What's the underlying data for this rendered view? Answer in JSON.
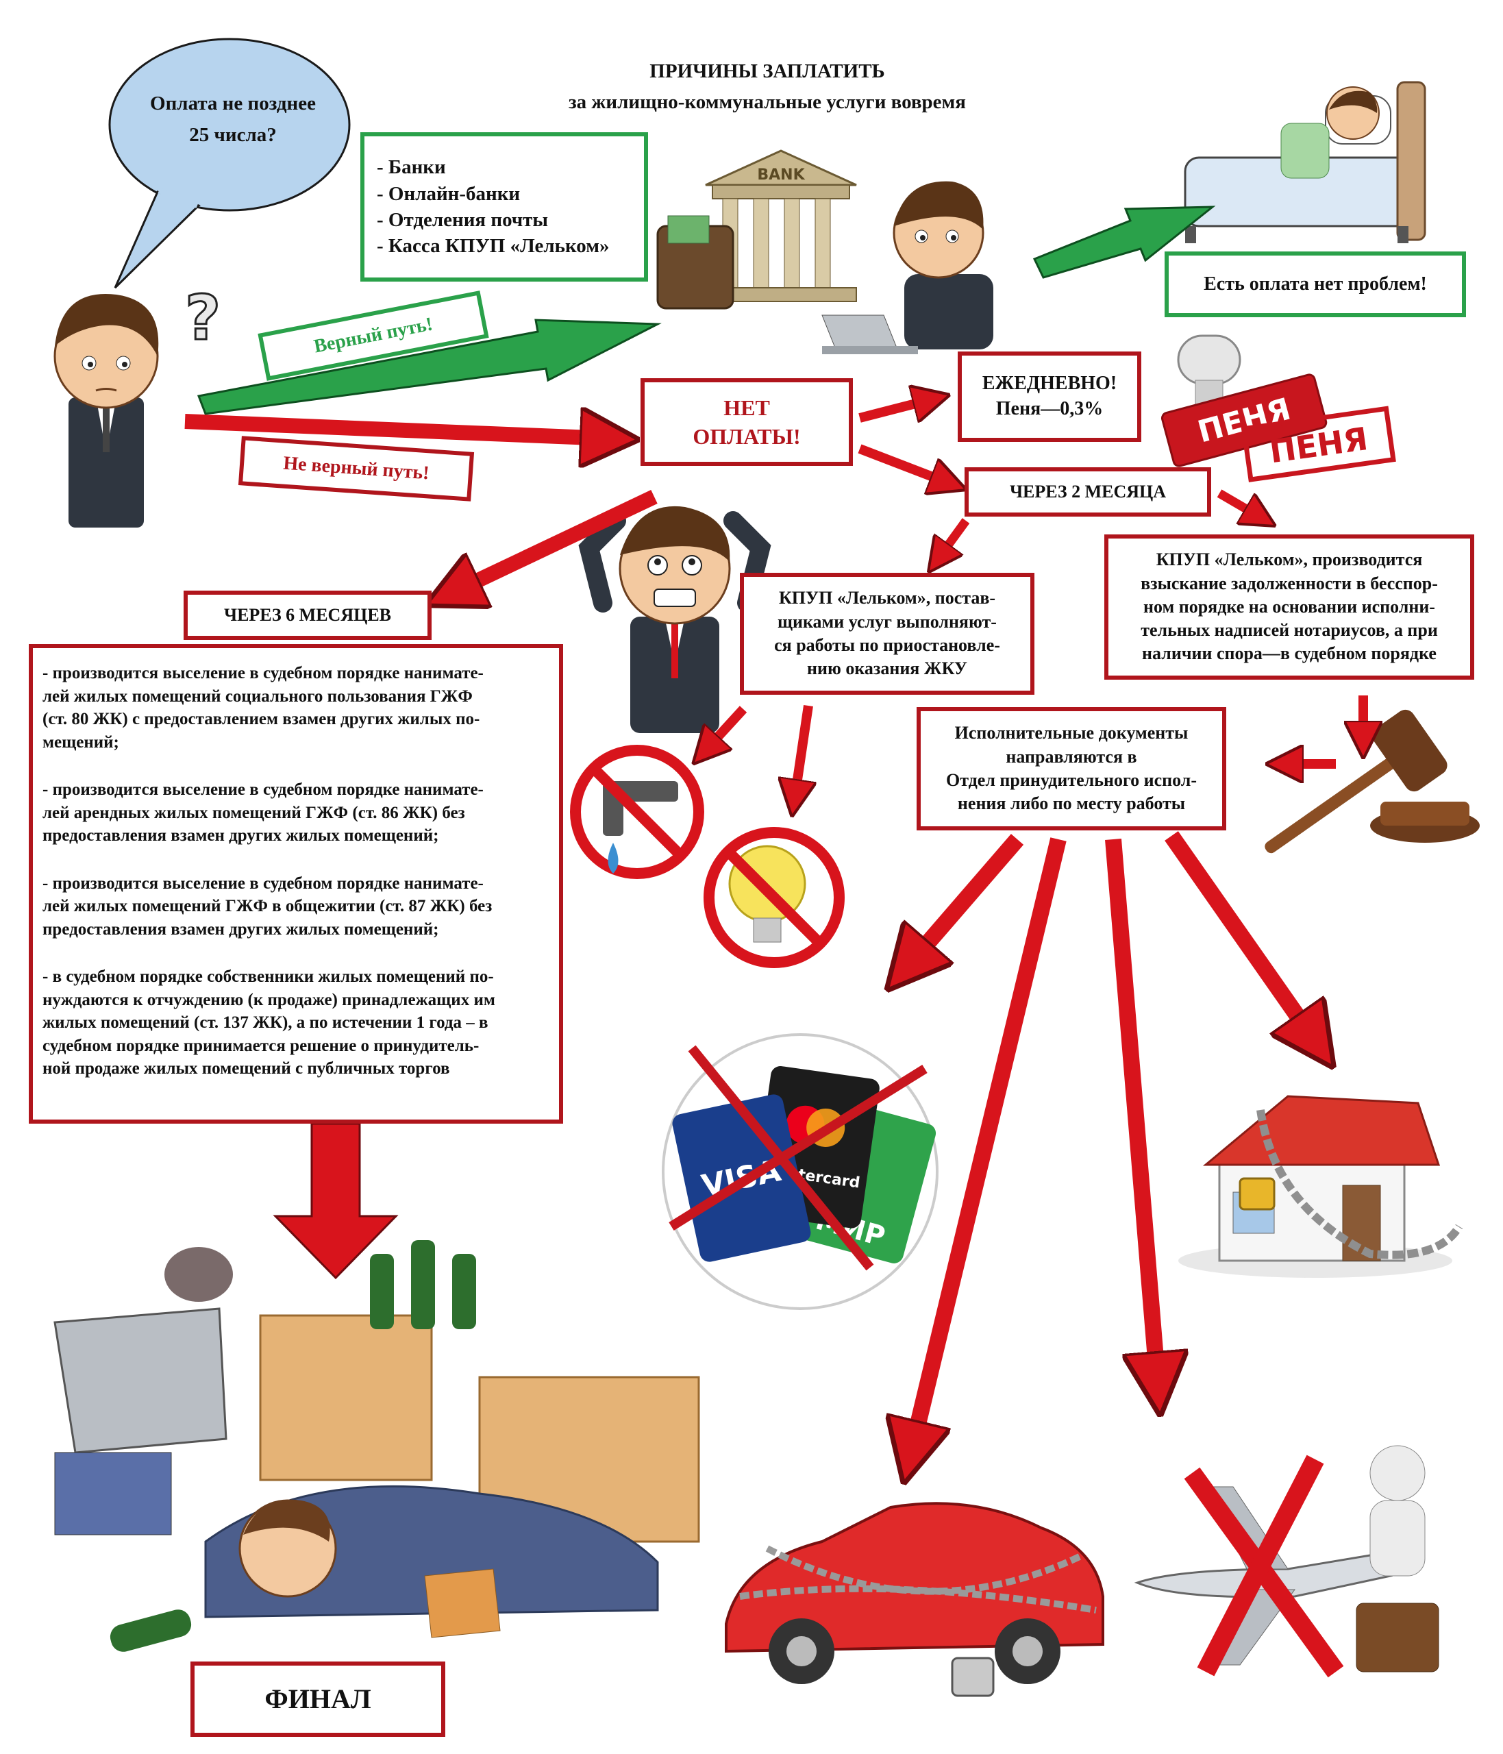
{
  "title": {
    "line1": "ПРИЧИНЫ ЗАПЛАТИТЬ",
    "line2": "за жилищно-коммунальные услуги вовремя"
  },
  "speech_bubble": "Оплата не позднее\n25 числа?",
  "payment_places": [
    "- Банки",
    "- Онлайн-банки",
    "- Отделения  почты",
    "- Касса КПУП «Лельком»"
  ],
  "bank_sign": "BANK",
  "right_path_label": "Верный путь!",
  "wrong_path_label": "Не верный путь!",
  "no_problem": "Есть оплата нет проблем!",
  "no_payment": "НЕТ\nОПЛАТЫ!",
  "daily": {
    "title": "ЕЖЕДНЕВНО!",
    "text": "Пеня—0,3%"
  },
  "stamp_text": "ПЕНЯ",
  "after_2_months": "ЧЕРЕЗ 2 МЕСЯЦА",
  "after_6_months": "ЧЕРЕЗ 6 МЕСЯЦЕВ",
  "suspension": "КПУП «Лельком», постав-\nщиками услуг выполняют-\nся работы по приостановле-\nнию оказания ЖКУ",
  "debt_collection": "КПУП «Лельком», производится\nвзыскание задолженности в бесспор-\nном порядке на основании исполни-\nтельных надписей нотариусов, а при\nналичии спора—в судебном порядке",
  "enforcement_docs": "Исполнительные документы\nнаправляются в\nОтдел принудительного испол-\nнения либо по месту работы",
  "eviction_items": [
    "- производится выселение в судебном порядке нанимате-\nлей жилых помещений социального пользования ГЖФ\n(ст. 80 ЖК) с предоставлением взамен других жилых по-\nмещений;",
    "- производится выселение в судебном порядке нанимате-\nлей арендных жилых помещений ГЖФ (ст. 86 ЖК) без\nпредоставления взамен других жилых помещений;",
    "- производится выселение в судебном порядке нанимате-\nлей жилых помещений ГЖФ в общежитии (ст. 87 ЖК) без\nпредоставления взамен других жилых помещений;",
    "- в судебном порядке собственники жилых помещений по-\nнуждаются к отчуждению (к продаже) принадлежащих им\nжилых помещений (ст. 137 ЖК), а по истечении 1 года – в\nсудебном порядке принимается решение о принудитель-\nной продаже жилых помещений с публичных торгов"
  ],
  "final": "ФИНАЛ",
  "card_brands": [
    "VISA",
    "mastercard",
    "МИР"
  ],
  "colors": {
    "red": "#d8141c",
    "dark_red": "#b0151c",
    "green": "#2aa14a",
    "blue_bubble": "#b7d4ee"
  },
  "icons": [
    "question-mark-icon",
    "bank-icon",
    "sleeping-person-icon",
    "stamp-icon",
    "no-water-icon",
    "no-light-icon",
    "gavel-icon",
    "blocked-cards-icon",
    "chained-house-icon",
    "chained-car-icon",
    "no-travel-icon",
    "homeless-person-icon"
  ]
}
